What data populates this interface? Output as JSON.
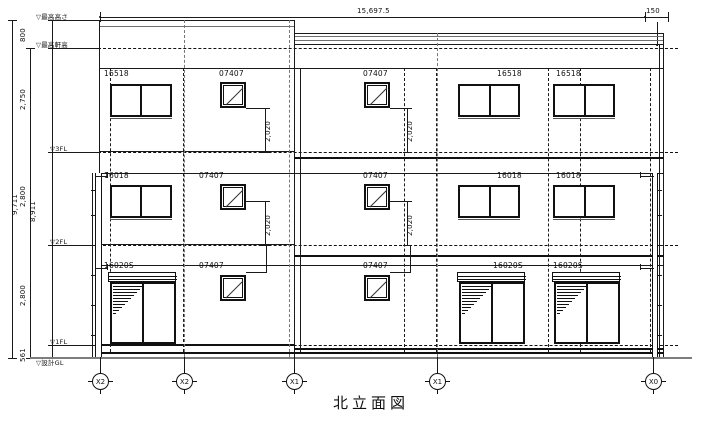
{
  "drawing": {
    "title": "北立面図",
    "sheet_type": "elevation"
  },
  "dimensions": {
    "overall_width": "15,697.5",
    "right_offset": "150",
    "total_height_overall": "9,711",
    "total_height_eave": "8,911",
    "vertical_chain": [
      {
        "label": "800"
      },
      {
        "label": "2,750"
      },
      {
        "label": "2,800"
      },
      {
        "label": "2,800"
      },
      {
        "label": "561"
      }
    ],
    "window_head_dims": [
      {
        "label": "2,020"
      },
      {
        "label": "2,020"
      },
      {
        "label": "2,020"
      },
      {
        "label": "2,020"
      }
    ]
  },
  "levels": [
    {
      "name": "max-height",
      "label": "▽最高高さ"
    },
    {
      "name": "max-eave-height",
      "label": "▽最高軒高"
    },
    {
      "name": "third-floor",
      "label": "▽3FL"
    },
    {
      "name": "second-floor",
      "label": "▽2FL"
    },
    {
      "name": "first-floor",
      "label": "▽1FL"
    },
    {
      "name": "design-ground-level",
      "label": "▽設計GL"
    }
  ],
  "grid_bubbles": [
    {
      "label": "X2"
    },
    {
      "label": "X2"
    },
    {
      "label": "X1"
    },
    {
      "label": "X1"
    },
    {
      "label": "X0"
    }
  ],
  "openings": {
    "floor3_left": [
      {
        "tag": "16518",
        "type": "sliding-window"
      },
      {
        "tag": "07407",
        "type": "fixed-small-window"
      },
      {
        "tag": "07407",
        "type": "fixed-small-window"
      }
    ],
    "floor3_right": [
      {
        "tag": "16518",
        "type": "sliding-window"
      },
      {
        "tag": "16518",
        "type": "sliding-window"
      }
    ],
    "floor2_left": [
      {
        "tag": "16018",
        "type": "sliding-window"
      },
      {
        "tag": "07407",
        "type": "fixed-small-window"
      },
      {
        "tag": "07407",
        "type": "fixed-small-window"
      }
    ],
    "floor2_right": [
      {
        "tag": "16018",
        "type": "sliding-window"
      },
      {
        "tag": "16018",
        "type": "sliding-window"
      }
    ],
    "floor1_left": [
      {
        "tag": "16020S",
        "type": "sliding-door-with-shutter"
      },
      {
        "tag": "07407",
        "type": "fixed-small-window"
      },
      {
        "tag": "07407",
        "type": "fixed-small-window"
      }
    ],
    "floor1_right": [
      {
        "tag": "16020S",
        "type": "sliding-door-with-shutter"
      },
      {
        "tag": "16020S",
        "type": "sliding-door-with-shutter"
      }
    ]
  }
}
